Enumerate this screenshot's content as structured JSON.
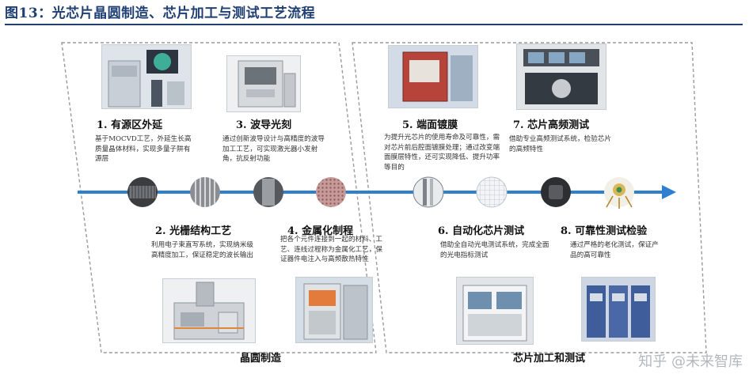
{
  "header": {
    "title": "图13：光芯片晶圆制造、芯片加工与测试工艺流程"
  },
  "steps": [
    {
      "title": "1. 有源区外延",
      "desc": "基于MOCVD工艺，外延生长高质量晶体材料，实现多量子阱有源层"
    },
    {
      "title": "2. 光栅结构工艺",
      "desc": "利用电子束直写系统，实现纳米级高精度加工，保证稳定的波长输出"
    },
    {
      "title": "3. 波导光刻",
      "desc": "通过创新波导设计与高精度的波导加工工艺，可实现激光器小发射角，抗反射功能"
    },
    {
      "title": "4. 金属化制程",
      "desc": "把各个元件连接到一起的材料、工艺、连线过程称为金属化工艺，保证器件电注入与高频散热特性"
    },
    {
      "title": "5. 端面镀膜",
      "desc": "为提升光芯片的使用寿命及可靠性，需对芯片前后腔面镀膜处理；通过改变端面膜层特性，还可实现降低、提升功率等目的"
    },
    {
      "title": "6. 自动化芯片测试",
      "desc": "借助全自动光电测试系统，完成全面的光电指标测试"
    },
    {
      "title": "7. 芯片高频测试",
      "desc": "借助专业高频测试系统，检验芯片的高频特性"
    },
    {
      "title": "8. 可靠性测试检验",
      "desc": "通过严格的老化测试，保证产品的高可靠性"
    }
  ],
  "phases": {
    "left": "晶圆制造",
    "right": "芯片加工和测试"
  },
  "watermark": "知乎 @未来智库",
  "colors": {
    "arrow": "#2f7fd0",
    "title_blue": "#1f3f73",
    "dash": "#9a9a9a"
  }
}
